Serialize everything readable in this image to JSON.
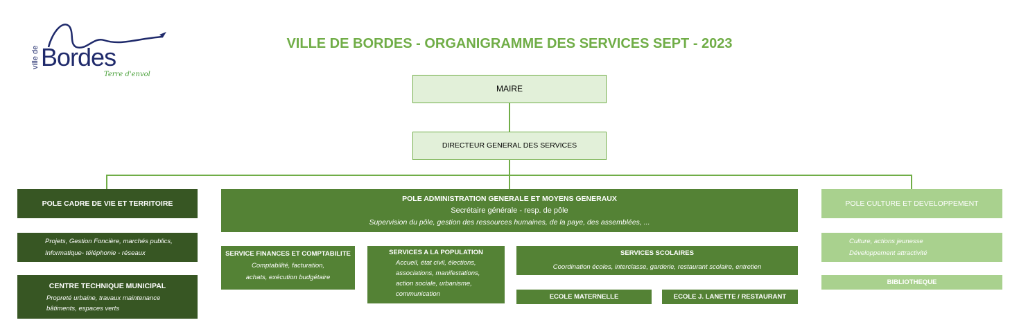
{
  "logo": {
    "prefix": "ville de",
    "name": "Bordes",
    "tagline": "Terre d'envol"
  },
  "title": "VILLE DE BORDES - ORGANIGRAMME DES SERVICES SEPT - 2023",
  "maire": "MAIRE",
  "dgs": "DIRECTEUR GENERAL DES SERVICES",
  "pole_cadre": {
    "title": "POLE CADRE DE VIE ET TERRITOIRE",
    "tasks": [
      "Projets, Gestion Foncière, marchés publics,",
      "Informatique- téléphonie - réseaux"
    ],
    "ctm": {
      "title": "CENTRE TECHNIQUE MUNICIPAL",
      "lines": [
        "Propreté urbaine, travaux maintenance",
        "bâtiments, espaces verts"
      ]
    }
  },
  "pole_admin": {
    "title": "POLE ADMINISTRATION GENERALE ET MOYENS GENERAUX",
    "subtitle": "Secrétaire générale - resp. de pôle",
    "desc": "Supervision du pôle, gestion des ressources humaines, de la paye, des assemblées, ...",
    "finances": {
      "title": "SERVICE FINANCES ET COMPTABILITE",
      "lines": [
        "Comptabilité, facturation,",
        "achats, exécution budgétaire"
      ]
    },
    "population": {
      "title": "SERVICES A LA POPULATION",
      "lines": [
        "Accueil, état civil, élections,",
        "associations, manifestations,",
        "action sociale, urbanisme,",
        "communication"
      ]
    },
    "scolaires": {
      "title": "SERVICES SCOLAIRES",
      "desc": "Coordination écoles, interclasse, garderie, restaurant scolaire, entretien"
    },
    "ecole_maternelle": "ECOLE MATERNELLE",
    "ecole_lanette": "ECOLE J. LANETTE / RESTAURANT"
  },
  "pole_culture": {
    "title": "POLE CULTURE ET DEVELOPPEMENT",
    "lines": [
      "Culture, actions jeunesse",
      "Développement attractivité"
    ],
    "bibliotheque": "BIBLIOTHEQUE"
  },
  "colors": {
    "title": "#70ad47",
    "dark": "#375623",
    "mid": "#548235",
    "light": "#a9d18e"
  }
}
